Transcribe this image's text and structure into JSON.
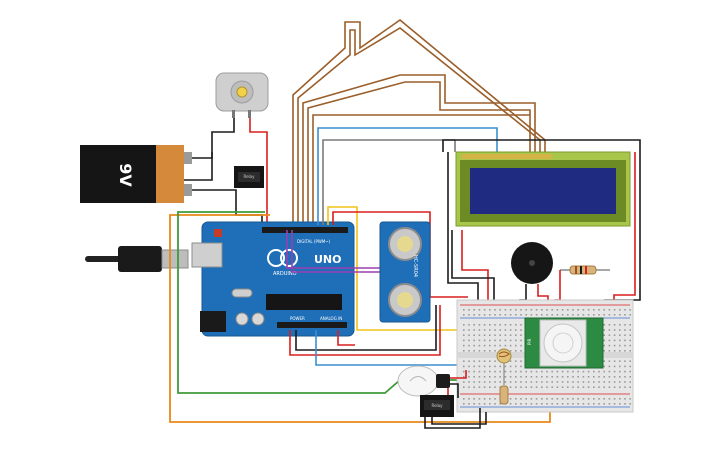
{
  "battery": {
    "label": "9V"
  },
  "arduino": {
    "brand": "ARDUINO",
    "model": "UNO",
    "digital_label": "DIGITAL (PWM~)",
    "power_label": "POWER",
    "analog_label": "ANALOG IN"
  },
  "ultrasonic": {
    "label": "HC-SR04"
  },
  "pir": {
    "label": "PIR"
  },
  "relay_top": {
    "label": "Relay"
  },
  "relay_bottom": {
    "label": "Relay"
  },
  "colors": {
    "wire_brown": "#9a5f2a",
    "wire_black": "#1c1c1c",
    "wire_red": "#d81e1e",
    "wire_orange": "#e8891a",
    "wire_green": "#3f9a3a",
    "wire_yellow": "#f0c419",
    "wire_blue": "#3a8fd0",
    "wire_purple": "#9b3fb0",
    "board_blue": "#1f6fb8",
    "lcd_green": "#a8c64a",
    "lcd_screen": "#1e2b80",
    "pir_green": "#2c8a43",
    "battery_orange": "#d48a3a"
  }
}
